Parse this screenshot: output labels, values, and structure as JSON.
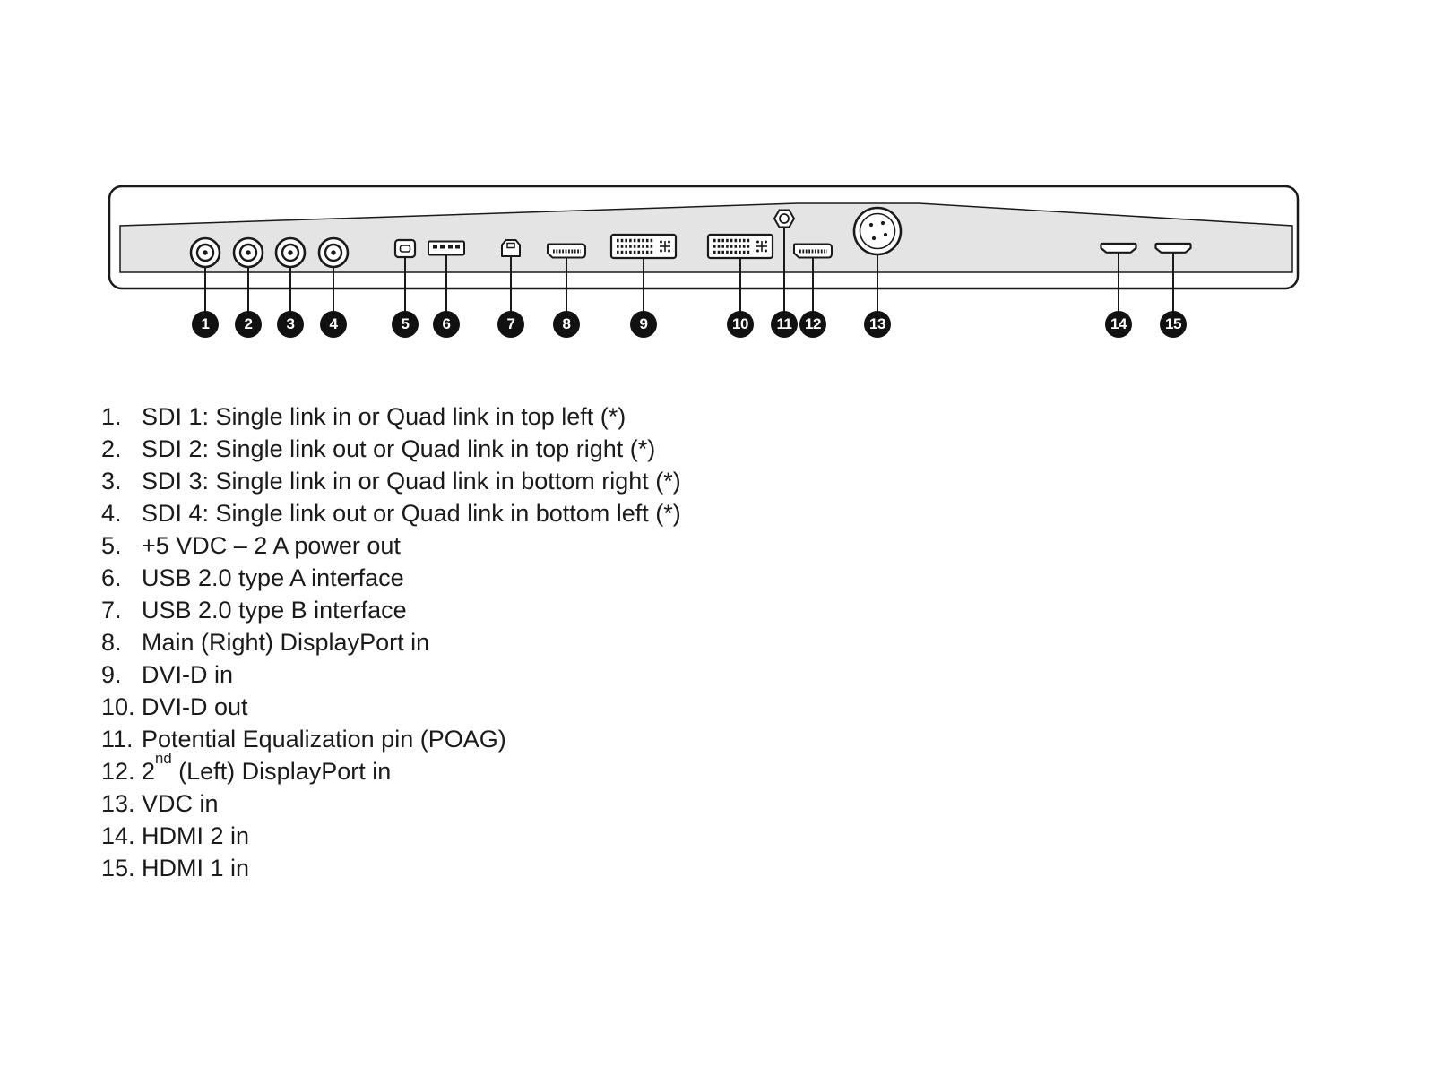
{
  "colors": {
    "panel_face": "#e4e4e4",
    "outline": "#1a1a1a",
    "badge_bg": "#111111",
    "badge_text": "#ffffff"
  },
  "panel": {
    "connectors": [
      {
        "callout": "1",
        "type": "bnc-sdi"
      },
      {
        "callout": "2",
        "type": "bnc-sdi"
      },
      {
        "callout": "3",
        "type": "bnc-sdi"
      },
      {
        "callout": "4",
        "type": "bnc-sdi"
      },
      {
        "callout": "5",
        "type": "dc-power-out"
      },
      {
        "callout": "6",
        "type": "usb-type-a"
      },
      {
        "callout": "7",
        "type": "usb-type-b"
      },
      {
        "callout": "8",
        "type": "displayport"
      },
      {
        "callout": "9",
        "type": "dvi-d"
      },
      {
        "callout": "10",
        "type": "dvi-d"
      },
      {
        "callout": "11",
        "type": "equalization-pin"
      },
      {
        "callout": "12",
        "type": "displayport"
      },
      {
        "callout": "13",
        "type": "vdc-power-in"
      },
      {
        "callout": "14",
        "type": "hdmi"
      },
      {
        "callout": "15",
        "type": "hdmi"
      }
    ]
  },
  "callouts": [
    {
      "number": "1"
    },
    {
      "number": "2"
    },
    {
      "number": "3"
    },
    {
      "number": "4"
    },
    {
      "number": "5"
    },
    {
      "number": "6"
    },
    {
      "number": "7"
    },
    {
      "number": "8"
    },
    {
      "number": "9"
    },
    {
      "number": "10"
    },
    {
      "number": "11"
    },
    {
      "number": "12"
    },
    {
      "number": "13"
    },
    {
      "number": "14"
    },
    {
      "number": "15"
    }
  ],
  "legend": {
    "items": [
      {
        "number": "1.",
        "text": "SDI 1: Single link in or Quad link in top left (*)"
      },
      {
        "number": "2.",
        "text": "SDI 2: Single link out or Quad link in top right (*)"
      },
      {
        "number": "3.",
        "text": "SDI 3: Single link in or Quad link in bottom right (*)"
      },
      {
        "number": "4.",
        "text": "SDI 4: Single link out or Quad link in bottom left (*)"
      },
      {
        "number": "5.",
        "text": "+5 VDC – 2 A power out"
      },
      {
        "number": "6.",
        "text": "USB 2.0 type A interface"
      },
      {
        "number": "7.",
        "text": "USB 2.0 type B interface"
      },
      {
        "number": "8.",
        "text": "Main (Right) DisplayPort in"
      },
      {
        "number": "9.",
        "text": "DVI-D in"
      },
      {
        "number": "10.",
        "text": "DVI-D out"
      },
      {
        "number": "11.",
        "text": "Potential Equalization pin (POAG)"
      },
      {
        "number": "12.",
        "prefix": "2",
        "sup": "nd",
        "rest": " (Left) DisplayPort in"
      },
      {
        "number": "13.",
        "text": "VDC in"
      },
      {
        "number": "14.",
        "text": "HDMI 2 in"
      },
      {
        "number": "15.",
        "text": "HDMI 1 in"
      }
    ]
  }
}
